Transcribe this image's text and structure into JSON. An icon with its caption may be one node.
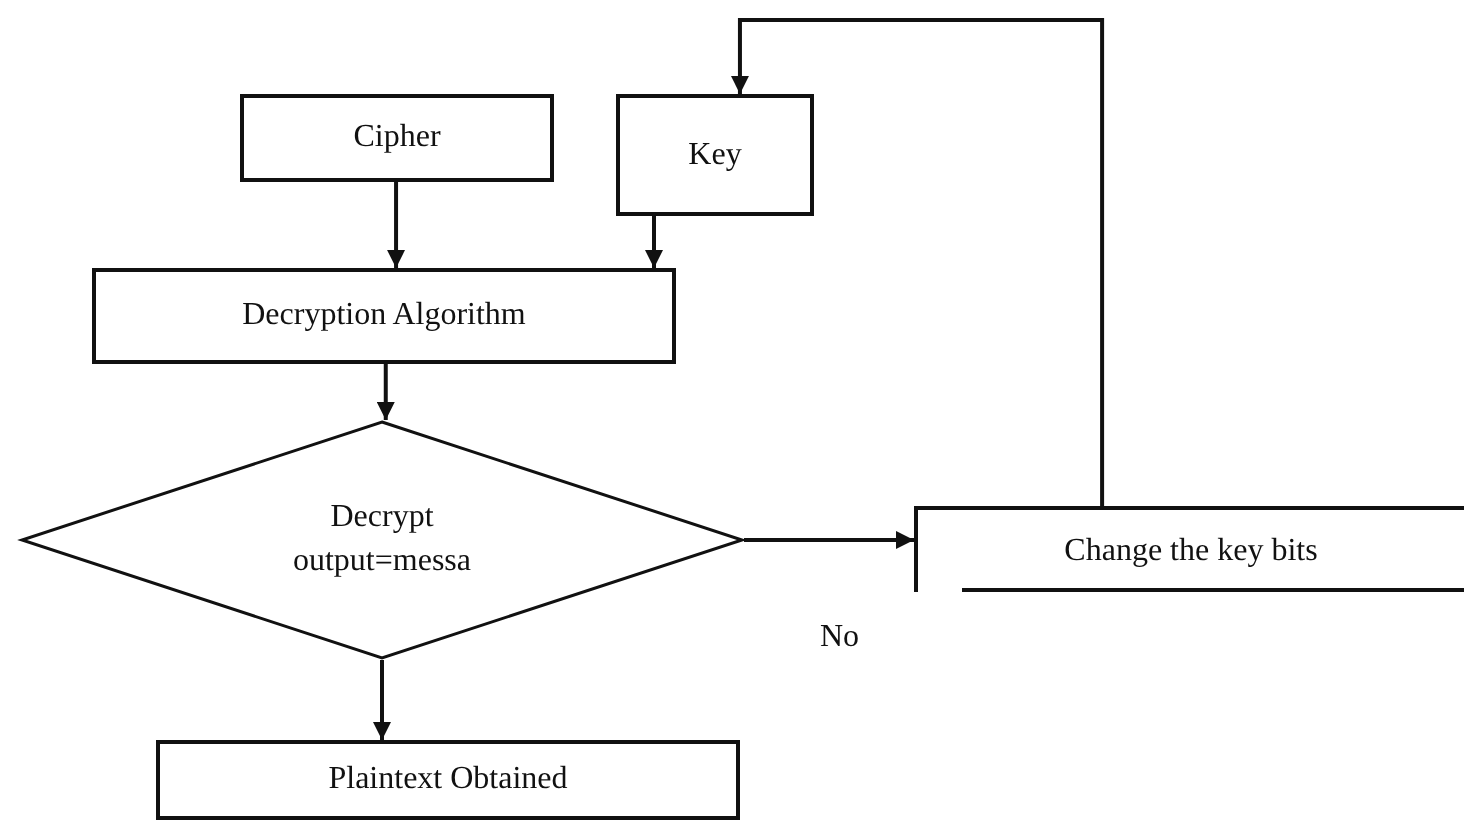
{
  "diagram": {
    "nodes": [
      {
        "text": [
          "Cipher"
        ]
      },
      {
        "text": [
          "Key"
        ]
      },
      {
        "text": [
          "Decryption Algorithm"
        ]
      },
      {
        "text": [
          "Decrypt output=messa"
        ]
      },
      {
        "text": [
          "Change the key bits"
        ]
      },
      {
        "text": [
          "Plaintext Obtained"
        ]
      }
    ],
    "edges": [
      {
        "from": 0,
        "to": 2,
        "arrow": "to"
      },
      {
        "from": 1,
        "to": 2,
        "arrow": "to"
      },
      {
        "from": 2,
        "to": 3,
        "arrow": "to"
      },
      {
        "from": 3,
        "to": 4,
        "arrow": "to",
        "label": "No"
      },
      {
        "from": 3,
        "to": 5,
        "arrow": "to"
      },
      {
        "from": 4,
        "to": 1,
        "arrow": "to"
      }
    ]
  }
}
